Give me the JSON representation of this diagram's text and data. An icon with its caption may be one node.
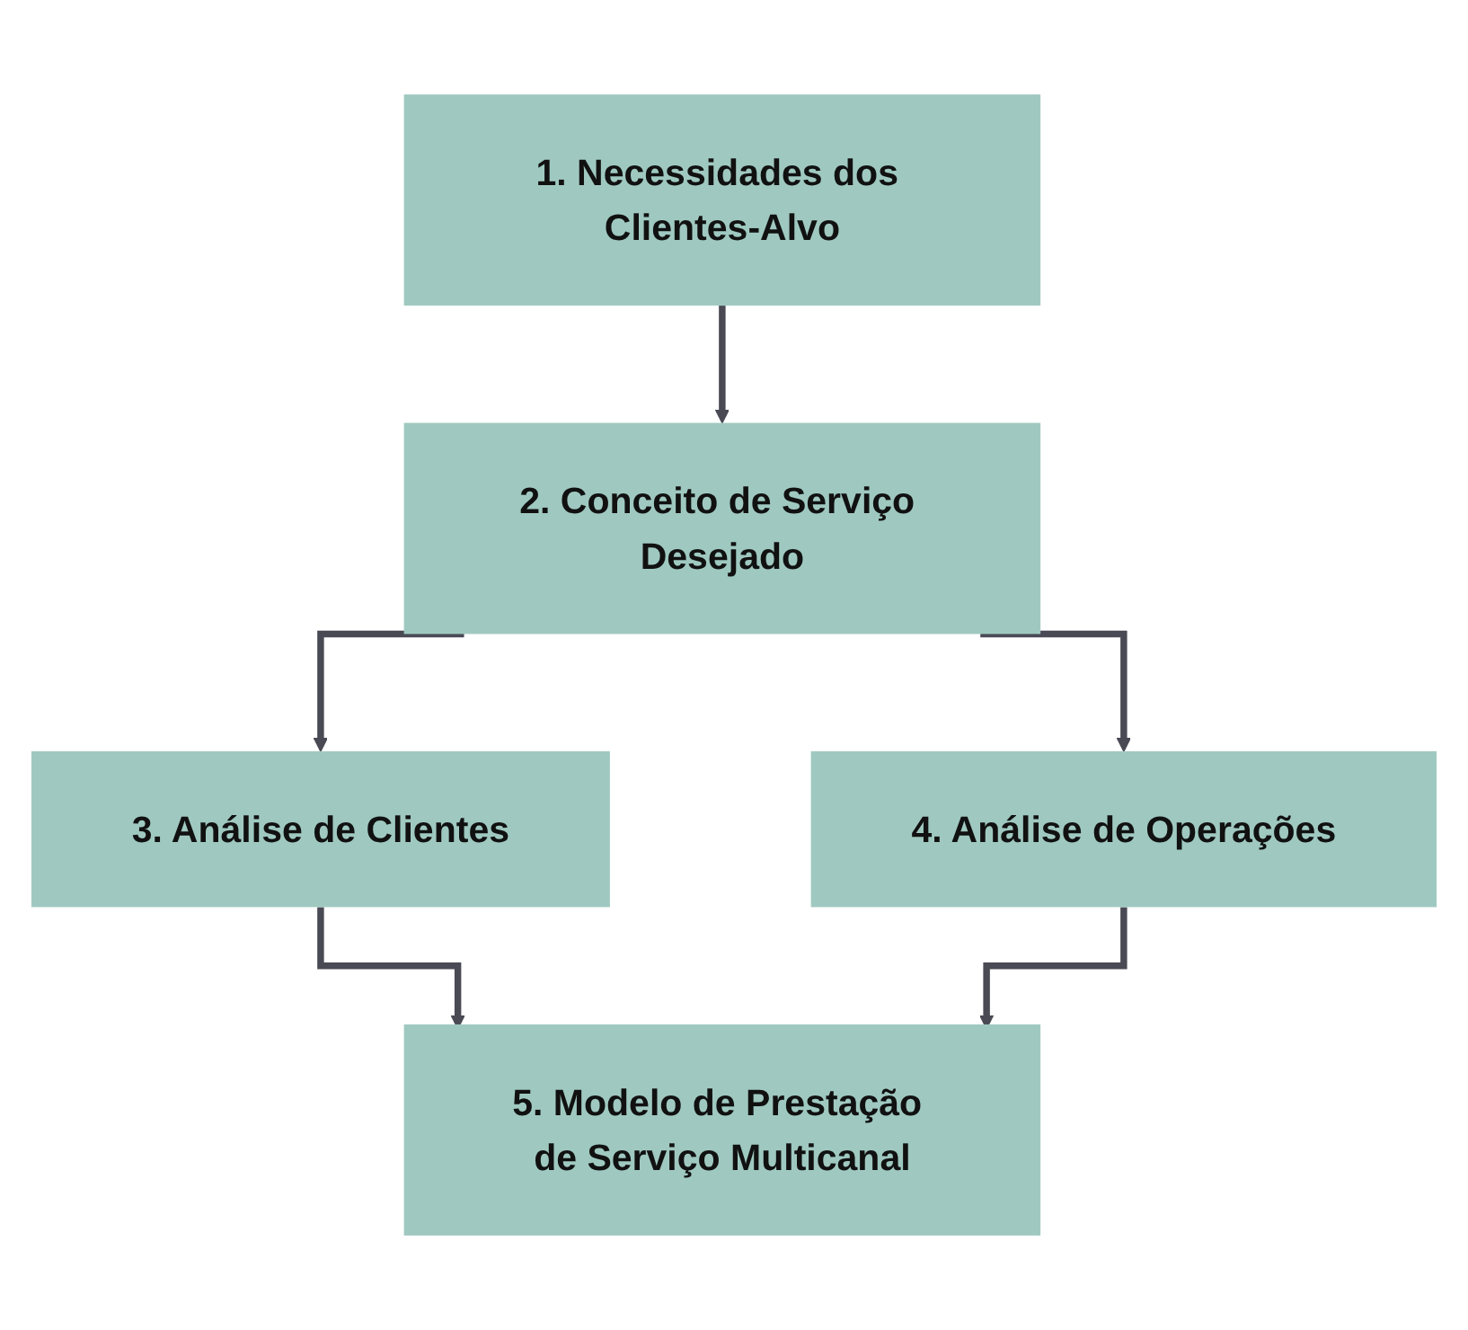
{
  "diagram": {
    "nodes": [
      {
        "text": [
          "1. Necessidades dos Clientes-Alvo"
        ]
      },
      {
        "text": [
          "2. Conceito de Serviço Desejado"
        ]
      },
      {
        "text": [
          "3. Análise de Clientes"
        ]
      },
      {
        "text": [
          "4. Análise de Operações"
        ]
      },
      {
        "text": [
          "5. Modelo de Prestação de Serviço Multicanal"
        ]
      }
    ],
    "edges": [
      {
        "from": 0,
        "to": 1,
        "arrow": "to"
      },
      {
        "from": 1,
        "to": 2,
        "arrow": "to"
      },
      {
        "from": 1,
        "to": 3,
        "arrow": "to"
      },
      {
        "from": 2,
        "to": 4,
        "arrow": "to"
      },
      {
        "from": 3,
        "to": 4,
        "arrow": "to"
      }
    ]
  }
}
